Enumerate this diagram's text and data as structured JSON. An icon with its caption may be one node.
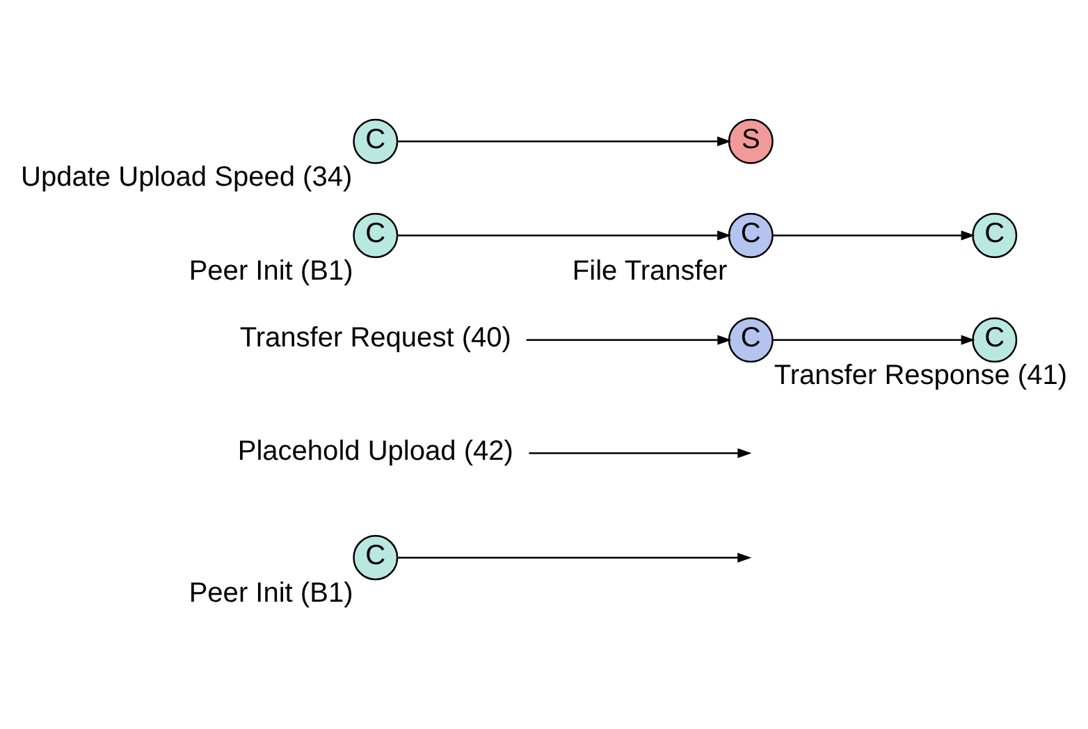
{
  "diagram": {
    "nodes": [
      {
        "text": [
          "C"
        ],
        "beside": [
          "Peer Init (B1)"
        ]
      },
      {
        "text": [
          "Placehold Upload (42)"
        ]
      },
      {
        "text": [
          "Transfer Request (40)"
        ]
      },
      {
        "text": [
          "C"
        ],
        "beside": [
          "Transfer Response (41)"
        ]
      },
      {
        "text": [
          "C"
        ]
      },
      {
        "text": [
          "C"
        ],
        "beside": [
          "Peer Init (B1)"
        ]
      },
      {
        "text": [
          "C"
        ],
        "beside": [
          "File Transfer"
        ]
      },
      {
        "text": [
          "C"
        ]
      },
      {
        "text": [
          "C"
        ],
        "beside": [
          "Update Upload Speed (34)"
        ]
      },
      {
        "text": [
          "S"
        ]
      }
    ],
    "edges": [
      {
        "from": 0,
        "to": null,
        "arrow": "to"
      },
      {
        "from": 1,
        "to": null,
        "arrow": "to"
      },
      {
        "from": 2,
        "to": 3,
        "arrow": "to"
      },
      {
        "from": 3,
        "to": 4,
        "arrow": "to"
      },
      {
        "from": 5,
        "to": 6,
        "arrow": "to"
      },
      {
        "from": 6,
        "to": 7,
        "arrow": "to"
      },
      {
        "from": 8,
        "to": 9,
        "arrow": "to"
      }
    ]
  }
}
